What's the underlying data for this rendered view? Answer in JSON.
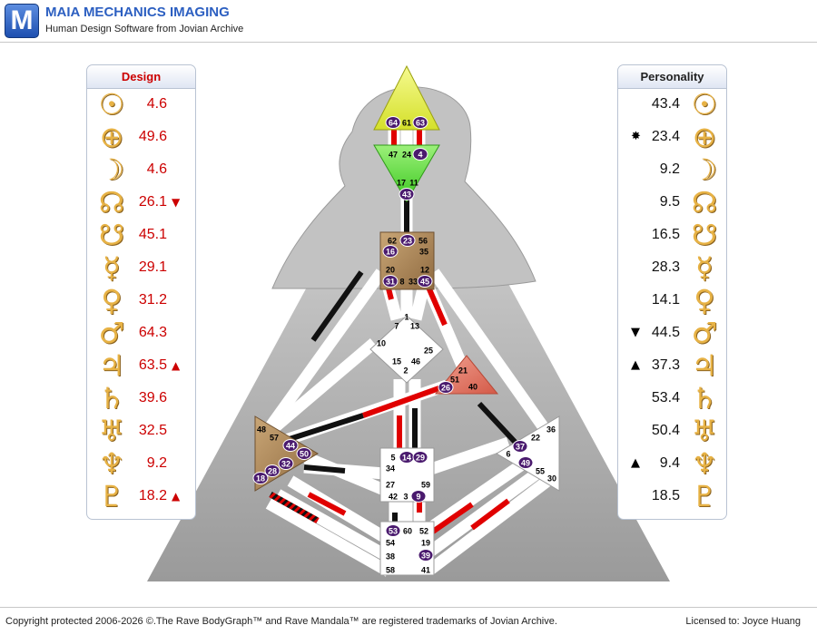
{
  "app": {
    "logo_letter": "M",
    "title": "MAIA MECHANICS IMAGING",
    "subtitle": "Human Design Software from Jovian Archive"
  },
  "design": {
    "title": "Design",
    "color": "#cc0000",
    "rows": [
      {
        "planet": "sun",
        "glyph": "☉",
        "value": "4.6",
        "arrow": ""
      },
      {
        "planet": "earth",
        "glyph": "⊕",
        "value": "49.6",
        "arrow": ""
      },
      {
        "planet": "moon",
        "glyph": "☽",
        "value": "4.6",
        "arrow": ""
      },
      {
        "planet": "north-node",
        "glyph": "☊",
        "value": "26.1",
        "arrow": "▼"
      },
      {
        "planet": "south-node",
        "glyph": "☋",
        "value": "45.1",
        "arrow": ""
      },
      {
        "planet": "mercury",
        "glyph": "☿",
        "value": "29.1",
        "arrow": ""
      },
      {
        "planet": "venus",
        "glyph": "♀",
        "value": "31.2",
        "arrow": ""
      },
      {
        "planet": "mars",
        "glyph": "♂",
        "value": "64.3",
        "arrow": ""
      },
      {
        "planet": "jupiter",
        "glyph": "♃",
        "value": "63.5",
        "arrow": "▲"
      },
      {
        "planet": "saturn",
        "glyph": "♄",
        "value": "39.6",
        "arrow": ""
      },
      {
        "planet": "uranus",
        "glyph": "♅",
        "value": "32.5",
        "arrow": ""
      },
      {
        "planet": "neptune",
        "glyph": "♆",
        "value": "9.2",
        "arrow": ""
      },
      {
        "planet": "pluto",
        "glyph": "♇",
        "value": "18.2",
        "arrow": "▲"
      }
    ]
  },
  "personality": {
    "title": "Personality",
    "rows": [
      {
        "planet": "sun",
        "glyph": "☉",
        "value": "43.4",
        "arrow": ""
      },
      {
        "planet": "earth",
        "glyph": "⊕",
        "value": "23.4",
        "arrow": "✸"
      },
      {
        "planet": "moon",
        "glyph": "☽",
        "value": "9.2",
        "arrow": ""
      },
      {
        "planet": "north-node",
        "glyph": "☊",
        "value": "9.5",
        "arrow": ""
      },
      {
        "planet": "south-node",
        "glyph": "☋",
        "value": "16.5",
        "arrow": ""
      },
      {
        "planet": "mercury",
        "glyph": "☿",
        "value": "28.3",
        "arrow": ""
      },
      {
        "planet": "venus",
        "glyph": "♀",
        "value": "14.1",
        "arrow": ""
      },
      {
        "planet": "mars",
        "glyph": "♂",
        "value": "44.5",
        "arrow": "▼"
      },
      {
        "planet": "jupiter",
        "glyph": "♃",
        "value": "37.3",
        "arrow": "▲"
      },
      {
        "planet": "saturn",
        "glyph": "♄",
        "value": "53.4",
        "arrow": ""
      },
      {
        "planet": "uranus",
        "glyph": "♅",
        "value": "50.4",
        "arrow": ""
      },
      {
        "planet": "neptune",
        "glyph": "♆",
        "value": "9.4",
        "arrow": "▲"
      },
      {
        "planet": "pluto",
        "glyph": "♇",
        "value": "18.5",
        "arrow": ""
      }
    ]
  },
  "bodygraph": {
    "colors": {
      "head": "#e4ee3c",
      "ajna": "#5fdd3a",
      "g_throat_sacral_root": "#a98556",
      "ego": "#e07a68",
      "personality_line": "#111111",
      "design_line": "#e00000",
      "active_gate_circle": "#4a1a6e"
    },
    "gates": {
      "head": [
        {
          "n": "64",
          "a": true
        },
        {
          "n": "61",
          "a": false
        },
        {
          "n": "63",
          "a": true
        }
      ],
      "ajna": [
        {
          "n": "47",
          "a": false
        },
        {
          "n": "24",
          "a": false
        },
        {
          "n": "4",
          "a": true
        },
        {
          "n": "17",
          "a": false
        },
        {
          "n": "11",
          "a": false
        },
        {
          "n": "43",
          "a": true
        }
      ],
      "throat": [
        {
          "n": "62",
          "a": false
        },
        {
          "n": "23",
          "a": true
        },
        {
          "n": "56",
          "a": false
        },
        {
          "n": "16",
          "a": true
        },
        {
          "n": "35",
          "a": false
        },
        {
          "n": "20",
          "a": false
        },
        {
          "n": "12",
          "a": false
        },
        {
          "n": "31",
          "a": true
        },
        {
          "n": "8",
          "a": false
        },
        {
          "n": "33",
          "a": false
        },
        {
          "n": "45",
          "a": true
        }
      ],
      "g": [
        {
          "n": "1",
          "a": false
        },
        {
          "n": "7",
          "a": false
        },
        {
          "n": "13",
          "a": false
        },
        {
          "n": "10",
          "a": false
        },
        {
          "n": "25",
          "a": false
        },
        {
          "n": "15",
          "a": false
        },
        {
          "n": "46",
          "a": false
        },
        {
          "n": "2",
          "a": false
        }
      ],
      "ego": [
        {
          "n": "21",
          "a": false
        },
        {
          "n": "51",
          "a": false
        },
        {
          "n": "26",
          "a": true
        },
        {
          "n": "40",
          "a": false
        }
      ],
      "spleen": [
        {
          "n": "48",
          "a": false
        },
        {
          "n": "57",
          "a": false
        },
        {
          "n": "44",
          "a": true
        },
        {
          "n": "50",
          "a": true
        },
        {
          "n": "32",
          "a": true
        },
        {
          "n": "28",
          "a": true
        },
        {
          "n": "18",
          "a": true
        }
      ],
      "sacral": [
        {
          "n": "5",
          "a": false
        },
        {
          "n": "14",
          "a": true
        },
        {
          "n": "29",
          "a": true
        },
        {
          "n": "34",
          "a": false
        },
        {
          "n": "27",
          "a": false
        },
        {
          "n": "59",
          "a": false
        },
        {
          "n": "42",
          "a": false
        },
        {
          "n": "3",
          "a": false
        },
        {
          "n": "9",
          "a": true
        }
      ],
      "solar_plexus": [
        {
          "n": "36",
          "a": false
        },
        {
          "n": "22",
          "a": false
        },
        {
          "n": "37",
          "a": true
        },
        {
          "n": "6",
          "a": false
        },
        {
          "n": "49",
          "a": true
        },
        {
          "n": "55",
          "a": false
        },
        {
          "n": "30",
          "a": false
        }
      ],
      "root": [
        {
          "n": "53",
          "a": true
        },
        {
          "n": "60",
          "a": false
        },
        {
          "n": "52",
          "a": false
        },
        {
          "n": "54",
          "a": false
        },
        {
          "n": "19",
          "a": false
        },
        {
          "n": "38",
          "a": false
        },
        {
          "n": "39",
          "a": true
        },
        {
          "n": "58",
          "a": false
        },
        {
          "n": "41",
          "a": false
        }
      ]
    }
  },
  "footer": {
    "copyright": "Copyright protected 2006-2026 ©.The Rave BodyGraph™ and Rave Mandala™ are registered trademarks of Jovian Archive.",
    "license": "Licensed to: Joyce Huang"
  }
}
